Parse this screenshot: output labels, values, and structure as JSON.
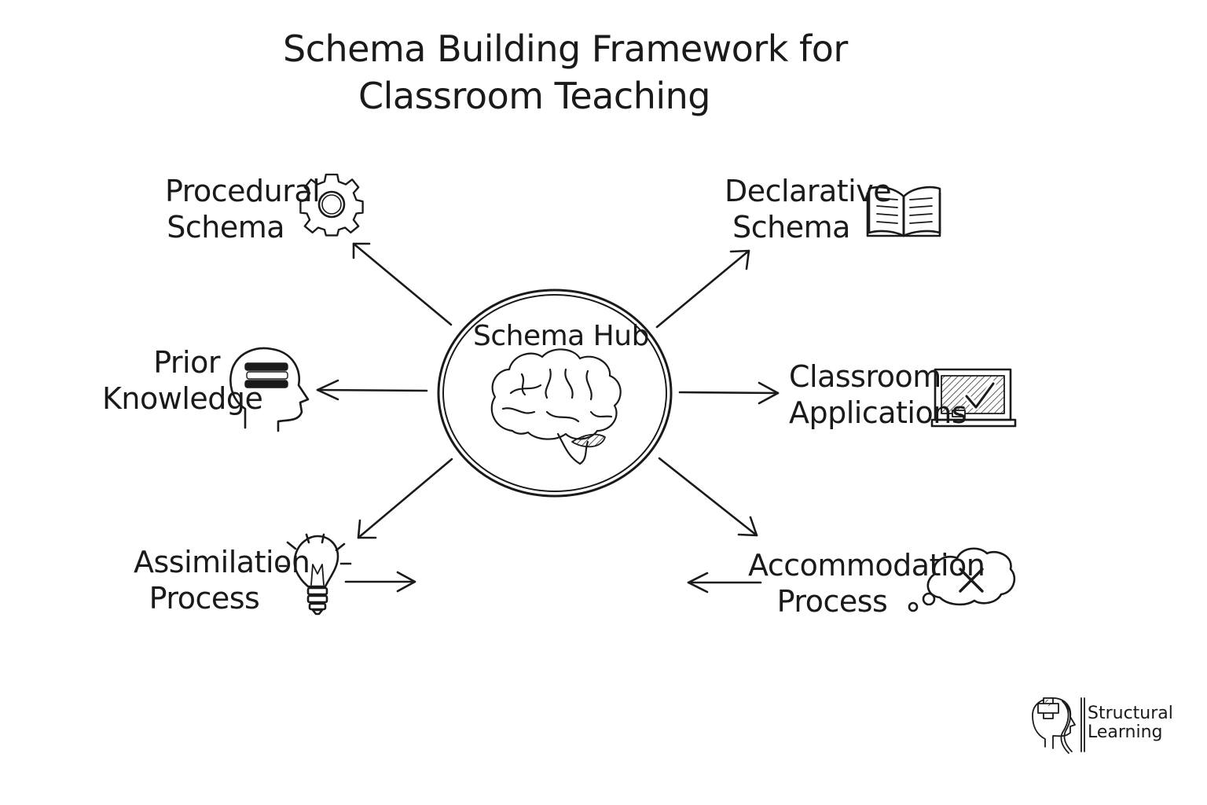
{
  "title": {
    "line1": "Schema Building Framework for",
    "line2": "Classroom Teaching"
  },
  "hub": {
    "label": "Schema Hub"
  },
  "nodes": {
    "procedural": {
      "line1": "Procedural",
      "line2": "Schema",
      "icon": "gear-icon"
    },
    "declarative": {
      "line1": "Declarative",
      "line2": "Schema",
      "icon": "open-book-icon"
    },
    "prior": {
      "line1": "Prior",
      "line2": "Knowledge",
      "icon": "head-with-books-icon"
    },
    "classroom": {
      "line1": "Classroom",
      "line2": "Applications",
      "icon": "chalkboard-checkmark-icon"
    },
    "assimilation": {
      "line1": "Assimilation",
      "line2": "Process",
      "icon": "lightbulb-icon"
    },
    "accommodation": {
      "line1": "Accommodation",
      "line2": "Process",
      "icon": "thought-cloud-x-icon"
    }
  },
  "logo": {
    "line1": "Structural",
    "line2": "Learning"
  },
  "colors": {
    "ink": "#1a1a1a",
    "background": "#ffffff"
  }
}
